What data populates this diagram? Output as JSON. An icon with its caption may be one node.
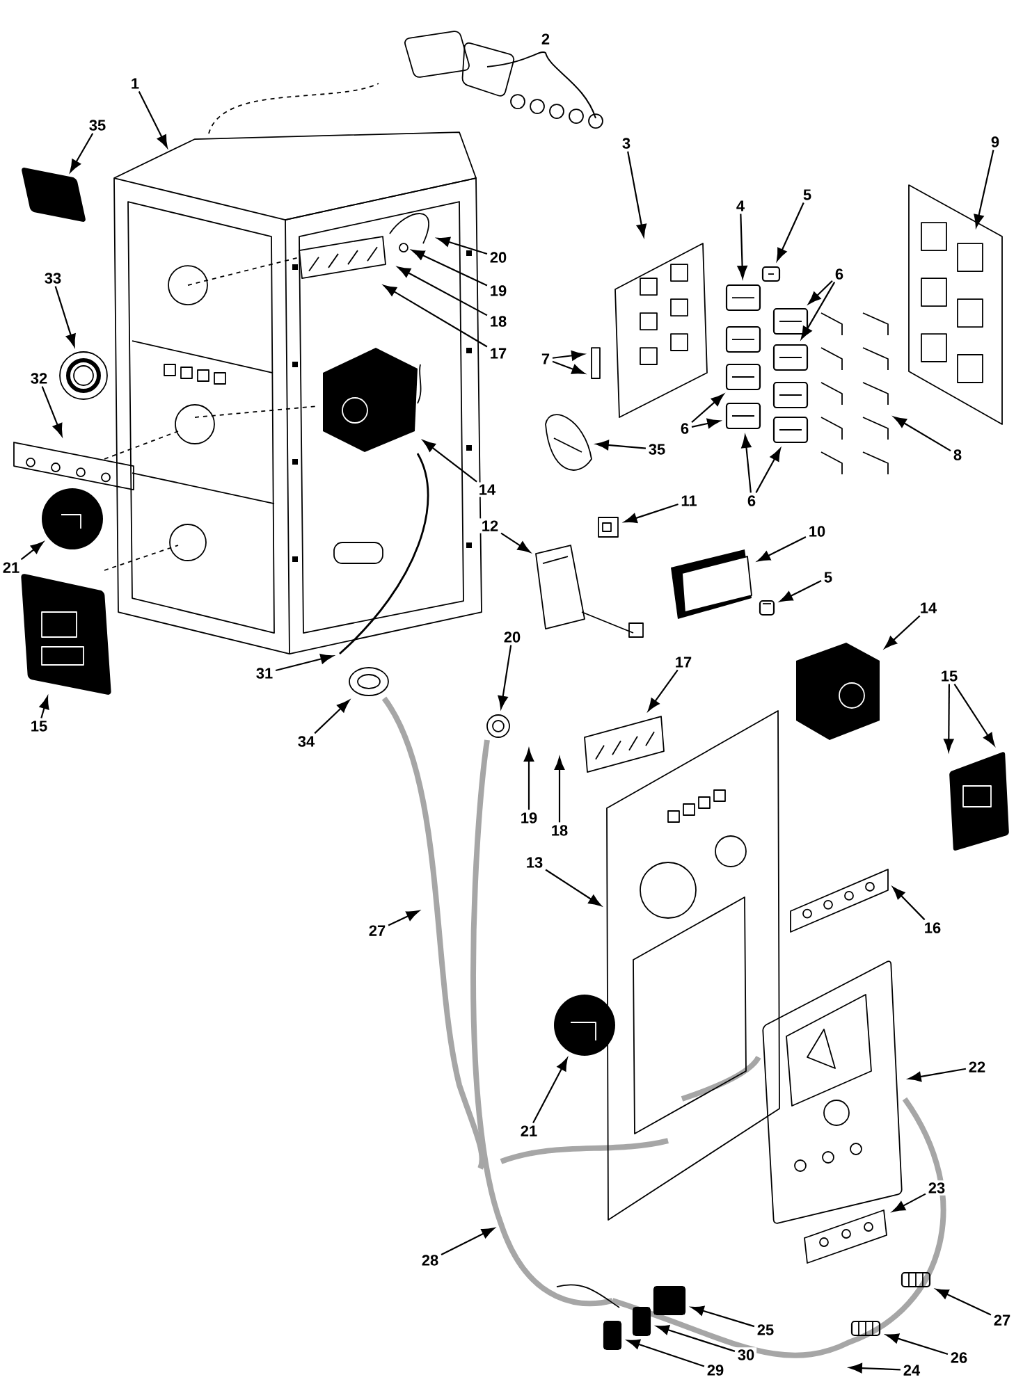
{
  "diagram": {
    "nodes": [
      {
        "text": [
          "1"
        ]
      },
      {
        "text": [
          "2"
        ]
      },
      {
        "text": [
          "35"
        ]
      },
      {
        "text": [
          "33"
        ]
      },
      {
        "text": [
          "32"
        ]
      },
      {
        "text": [
          "21"
        ]
      },
      {
        "text": [
          "15"
        ]
      },
      {
        "text": [
          "31"
        ]
      },
      {
        "text": [
          "34"
        ]
      },
      {
        "text": [
          "20"
        ]
      },
      {
        "text": [
          "19"
        ]
      },
      {
        "text": [
          "18"
        ]
      },
      {
        "text": [
          "17"
        ]
      },
      {
        "text": [
          "14"
        ]
      },
      {
        "text": [
          "12"
        ]
      },
      {
        "text": [
          "3"
        ]
      },
      {
        "text": [
          "4"
        ]
      },
      {
        "text": [
          "5"
        ]
      },
      {
        "text": [
          "6"
        ]
      },
      {
        "text": [
          "9"
        ]
      },
      {
        "text": [
          "7"
        ]
      },
      {
        "text": [
          "6"
        ]
      },
      {
        "text": [
          "8"
        ]
      },
      {
        "text": [
          "35"
        ]
      },
      {
        "text": [
          "11"
        ]
      },
      {
        "text": [
          "10"
        ]
      },
      {
        "text": [
          "5"
        ]
      },
      {
        "text": [
          "6"
        ]
      },
      {
        "text": [
          "14"
        ]
      },
      {
        "text": [
          "15"
        ]
      },
      {
        "text": [
          "20"
        ]
      },
      {
        "text": [
          "17"
        ]
      },
      {
        "text": [
          "19"
        ]
      },
      {
        "text": [
          "18"
        ]
      },
      {
        "text": [
          "13"
        ]
      },
      {
        "text": [
          "16"
        ]
      },
      {
        "text": [
          "27"
        ]
      },
      {
        "text": [
          "22"
        ]
      },
      {
        "text": [
          "21"
        ]
      },
      {
        "text": [
          "23"
        ]
      },
      {
        "text": [
          "28"
        ]
      },
      {
        "text": [
          "27"
        ]
      },
      {
        "text": [
          "25"
        ]
      },
      {
        "text": [
          "26"
        ]
      },
      {
        "text": [
          "30"
        ]
      },
      {
        "text": [
          "29"
        ]
      },
      {
        "text": [
          "24"
        ]
      },
      {
        "text": [],
        "shape": "picture"
      },
      {
        "text": [],
        "shape": "circle"
      },
      {
        "text": [],
        "shape": "picture"
      },
      {
        "text": [],
        "shape": "picture"
      },
      {
        "text": [],
        "shape": "picture"
      },
      {
        "text": [],
        "shape": "picture"
      },
      {
        "text": [],
        "shape": "picture"
      },
      {
        "text": [],
        "shape": "picture"
      },
      {
        "text": [],
        "shape": "picture"
      },
      {
        "text": [],
        "shape": "picture"
      },
      {
        "text": [],
        "shape": "picture"
      },
      {
        "text": [],
        "shape": "picture"
      },
      {
        "text": [],
        "shape": "picture"
      },
      {
        "text": [],
        "shape": "picture"
      },
      {
        "text": [],
        "shape": "box"
      },
      {
        "text": [],
        "shape": "picture"
      },
      {
        "text": [],
        "shape": "picture"
      },
      {
        "text": [],
        "shape": "picture"
      },
      {
        "text": [],
        "shape": "picture"
      },
      {
        "text": [],
        "shape": "picture"
      },
      {
        "text": [],
        "shape": "picture"
      },
      {
        "text": [],
        "shape": "picture"
      },
      {
        "text": [],
        "shape": "picture"
      },
      {
        "text": [],
        "shape": "box"
      },
      {
        "text": [],
        "shape": "box"
      },
      {
        "text": [],
        "shape": "box"
      },
      {
        "text": [],
        "shape": "box"
      },
      {
        "text": [],
        "shape": "box"
      },
      {
        "text": [],
        "shape": "picture"
      },
      {
        "text": [],
        "shape": "picture"
      },
      {
        "text": [],
        "shape": "box"
      },
      {
        "text": [],
        "shape": "box"
      },
      {
        "text": [],
        "shape": "box"
      },
      {
        "text": [],
        "shape": "box"
      },
      {
        "text": [],
        "shape": "box"
      },
      {
        "text": [],
        "shape": "box"
      },
      {
        "text": [],
        "shape": "box"
      },
      {
        "text": [],
        "shape": "box"
      },
      {
        "text": [],
        "shape": "box"
      }
    ],
    "edges": [
      {
        "from": 0,
        "to": null,
        "arrow": "to"
      },
      {
        "from": 2,
        "to": 47,
        "arrow": "to"
      },
      {
        "from": 3,
        "to": 48,
        "arrow": "to"
      },
      {
        "from": 4,
        "to": 49,
        "arrow": "to"
      },
      {
        "from": 5,
        "to": 50,
        "arrow": "to"
      },
      {
        "from": 6,
        "to": 51,
        "arrow": "to"
      },
      {
        "from": 7,
        "to": 76,
        "arrow": "to"
      },
      {
        "from": 8,
        "to": 52,
        "arrow": "to"
      },
      {
        "from": 9,
        "to": null,
        "arrow": "to"
      },
      {
        "from": 10,
        "to": null,
        "arrow": "to"
      },
      {
        "from": 11,
        "to": null,
        "arrow": "to"
      },
      {
        "from": 12,
        "to": null,
        "arrow": "to"
      },
      {
        "from": 13,
        "to": 53,
        "arrow": "to"
      },
      {
        "from": 14,
        "to": 54,
        "arrow": "to"
      },
      {
        "from": 15,
        "to": 55,
        "arrow": "to"
      },
      {
        "from": 16,
        "to": 77,
        "arrow": "to"
      },
      {
        "from": 17,
        "to": 85,
        "arrow": "to"
      },
      {
        "from": 18,
        "to": 81,
        "arrow": "to"
      },
      {
        "from": 18,
        "to": 82,
        "arrow": "to"
      },
      {
        "from": 19,
        "to": 56,
        "arrow": "to"
      },
      {
        "from": 20,
        "to": null,
        "arrow": "to"
      },
      {
        "from": 20,
        "to": null,
        "arrow": "to"
      },
      {
        "from": 21,
        "to": 79,
        "arrow": "to"
      },
      {
        "from": 21,
        "to": 80,
        "arrow": "to"
      },
      {
        "from": 22,
        "to": 57,
        "arrow": "to"
      },
      {
        "from": 23,
        "to": 58,
        "arrow": "to"
      },
      {
        "from": 24,
        "to": 59,
        "arrow": "to"
      },
      {
        "from": 25,
        "to": 60,
        "arrow": "to"
      },
      {
        "from": 26,
        "to": 61,
        "arrow": "to"
      },
      {
        "from": 27,
        "to": 80,
        "arrow": "to"
      },
      {
        "from": 27,
        "to": 84,
        "arrow": "to"
      },
      {
        "from": 28,
        "to": 62,
        "arrow": "to"
      },
      {
        "from": 29,
        "to": 63,
        "arrow": "to"
      },
      {
        "from": 29,
        "to": 63,
        "arrow": "to"
      },
      {
        "from": 30,
        "to": 64,
        "arrow": "to"
      },
      {
        "from": 31,
        "to": 65,
        "arrow": "to"
      },
      {
        "from": 32,
        "to": null,
        "arrow": "to"
      },
      {
        "from": 33,
        "to": null,
        "arrow": "to"
      },
      {
        "from": 34,
        "to": 66,
        "arrow": "to"
      },
      {
        "from": 35,
        "to": 75,
        "arrow": "to"
      },
      {
        "from": 36,
        "to": null,
        "arrow": "to"
      },
      {
        "from": 37,
        "to": 67,
        "arrow": "to"
      },
      {
        "from": 38,
        "to": 68,
        "arrow": "to"
      },
      {
        "from": 39,
        "to": 69,
        "arrow": "to"
      },
      {
        "from": 40,
        "to": null,
        "arrow": "to"
      },
      {
        "from": 41,
        "to": 70,
        "arrow": "to"
      },
      {
        "from": 42,
        "to": 71,
        "arrow": "to"
      },
      {
        "from": 43,
        "to": 72,
        "arrow": "to"
      },
      {
        "from": 44,
        "to": 73,
        "arrow": "to"
      },
      {
        "from": 45,
        "to": 74,
        "arrow": "to"
      },
      {
        "from": 46,
        "to": null,
        "arrow": "to"
      }
    ]
  }
}
